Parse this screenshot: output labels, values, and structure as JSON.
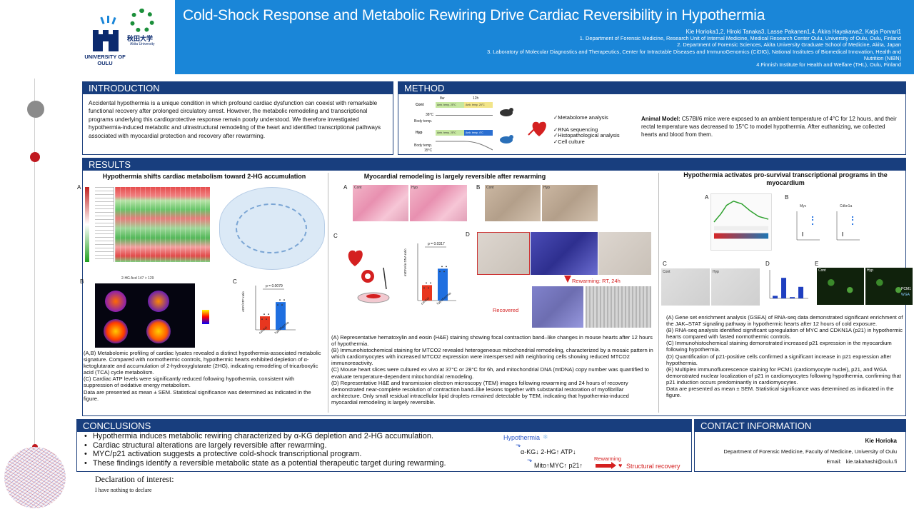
{
  "header": {
    "title": "Cold-Shock Response and Metabolic Rewiring Drive Cardiac Reversibility in Hypothermia",
    "authors": "Kie Horioka1,2, Hiroki Tanaka3, Lasse Pakanen1,4, Akira Hayakawa2, Katja Porvari1",
    "affiliations": [
      "1. Department of Forensic Medicine, Research Unit of Internal Medicine, Medical Research Center Oulu, University of Oulu, Oulu, Finland",
      "2. Department of Forensic Sciences, Akita University Graduate School of Medicine, Akita, Japan",
      "3. Laboratory of Molecular Diagnostics and Therapeutics, Center for Intractable Diseases and ImmunoGenomics (CiDIG), National Institutes of Biomedical Innovation, Health and",
      "Nutrition (NIBN)",
      "4.Finnish Institute for Health and Welfare (THL), Oulu, Finland"
    ],
    "logo_oulu": "UNIVERSITY OF OULU",
    "logo_akita": "秋田大学",
    "logo_akita_sub": "Akita University"
  },
  "intro": {
    "heading": "INTRODUCTION",
    "text": "Accidental hypothermia is a unique condition in which profound cardiac dysfunction can coexist with remarkable functional recovery after prolonged circulatory arrest. However, the metabolic remodeling and transcriptional programs underlying this cardioprotective response remain poorly understood. We therefore investigated hypothermia-induced metabolic and ultrastructural remodeling of the heart and identified transcriptional pathways associated with myocardial protection and recovery after rewarming."
  },
  "method": {
    "heading": "METHOD",
    "cont": "Cont",
    "hyp": "Hyp",
    "amb_cont": "Amb. temp. 25°C",
    "amb_hyp": "Amb. temp. 25°C",
    "amb_hyp2": "Amb. temp. 4°C",
    "amb_cont2": "Amb. temp. 25°C",
    "body_temp": "Body temp.",
    "t1": "8w",
    "t2": "12h",
    "deg37": "38°C",
    "deg15": "15°C",
    "list": [
      "✓Metabolome analysis",
      "",
      "✓RNA sequencing",
      "✓Histopathological analysis",
      "✓Cell culture"
    ],
    "animal_label": "Animal Model:",
    "animal_text": "C57Bl/6  mice were exposed to an ambient temperature of 4°C for 12 hours, and their rectal temperature was decreased to 15°C to model hypothermia.  After euthanizing, we collected hearts and blood from them."
  },
  "results": {
    "heading": "RESULTS",
    "col1_title": "Hypothermia shifts cardiac metabolism toward 2-HG accumulation",
    "col2_title": "Myocardial remodeling is largely reversible after rewarming",
    "col3_title": "Hypothermia activates pro-survival transcriptional programs in the myocardium",
    "col1_img_b_title": "2-HG Acd 147 > 129",
    "atp_label": "ADP/ATP ratio",
    "atp_p": "p = 0.0079",
    "ctrl": "control",
    "hypo": "hypothermia",
    "mtdna_label": "mtDNA/n DNA ratio",
    "mtdna_p": "p = 0.0317",
    "rewarming": "Rewarming: RT, 24h",
    "recovered": "Recovered",
    "cont_short": "Cont",
    "hyp_short": "Hyp",
    "pcm1": "PCM1",
    "wga": "WGA",
    "myc": "Myc",
    "cdkn": "Cdkn1a",
    "col1_text": [
      "(A,B) Metabolomic profiling of cardiac lysates revealed a distinct hypothermia-associated metabolic signature. Compared with normothermic controls, hypothermic hearts exhibited depletion of α-ketoglutarate and accumulation of 2-hydroxyglutarate (2HG), indicating remodeling of tricarboxylic acid (TCA) cycle metabolism.",
      "(C) Cardiac ATP levels were significantly reduced following hypothermia, consistent with suppression of oxidative energy metabolism.",
      "Data are presented as mean ± SEM. Statistical significance was determined as indicated in the figure."
    ],
    "col2_text": [
      "(A) Representative hematoxylin and eosin (H&E) staining showing focal contraction band–like changes in mouse hearts after 12 hours of hypothermia.",
      "(B) Immunohistochemical staining for MTCO2 revealed heterogeneous mitochondrial remodeling, characterized by a mosaic pattern in which cardiomyocytes with increased MTCO2 expression were interspersed with neighboring cells showing reduced MTCO2 immunoreactivity.",
      "(C) Mouse heart slices were cultured ex vivo at 37°C or 28°C for 6h, and mitochondrial DNA (mtDNA) copy number was quantified to evaluate temperature-dependent mitochondrial remodeling.",
      "(D) Representative H&E and transmission electron microscopy (TEM) images following rewarming and 24 hours of recovery demonstrated near-complete resolution of contraction band–like lesions together with substantial restoration of myofibrillar architecture. Only small residual intracellular lipid droplets remained detectable by TEM, indicating that hypothermia-induced myocardial remodeling is largely reversible."
    ],
    "col3_text": [
      "(A) Gene set enrichment analysis (GSEA) of RNA-seq data demonstrated significant enrichment of the JAK–STAT signaling pathway in hypothermic hearts after 12 hours of cold exposure.",
      "(B) RNA-seq analysis identified significant upregulation of MYC and CDKN1A (p21) in hypothermic hearts compared with fasted normothermic controls.",
      "(C) Immunohistochemical staining demonstrated increased p21 expression in the myocardium following hypothermia.",
      "(D) Quantification of p21-positive cells confirmed a significant increase in p21 expression after hypothermia.",
      "(E) Multiplex immunofluorescence staining for PCM1 (cardiomyocyte nuclei), p21, and WGA demonstrated nuclear localization of p21 in cardiomyocytes following hypothermia, confirming that p21 induction occurs predominantly in cardiomyocytes.",
      "Data are presented as mean ± SEM. Statistical significance was determined as indicated in the figure."
    ]
  },
  "conclusions": {
    "heading": "CONCLUSIONS",
    "items": [
      "Hypothermia induces metabolic rewiring characterized by α-KG depletion and 2-HG accumulation.",
      "Cardiac structural alterations are largely reversible after rewarming.",
      "MYC/p21 activation suggests a protective cold-shock transcriptional program.",
      "These findings identify a reversible metabolic state as a potential therapeutic target during rewarming."
    ],
    "diag_hyp": "Hypothermia",
    "diag_line1": "α-KG↓ 2-HG↑ ATP↓",
    "diag_line2": "Mito↑MYC↑ p21↑",
    "diag_rewarming": "Rewarming",
    "diag_recovery": "Structural recovery",
    "declaration": "Declaration of interest:",
    "declaration_sub": "I have nothing to declare"
  },
  "contact": {
    "heading": "CONTACT INFORMATION",
    "name": "Kie Horioka",
    "dept": "Department of Forensic Medicine, Faculty of Medicine, University of Oulu",
    "email_label": "Email:",
    "email": "kie.takahashi@oulu.fi"
  },
  "colors": {
    "header_blue": "#1a86d8",
    "section_navy": "#183e7e",
    "accent_red": "#c01920"
  }
}
